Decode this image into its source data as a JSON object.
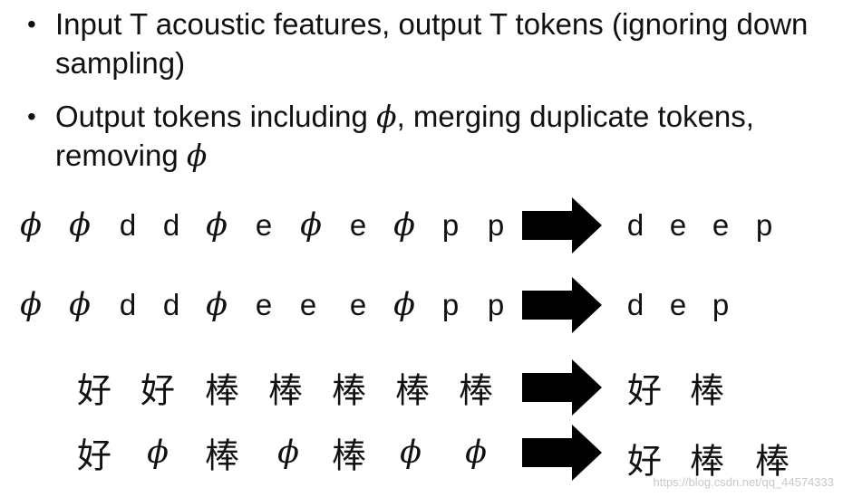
{
  "bullets": [
    {
      "text": "Input T acoustic features, output T tokens (ignoring down sampling)"
    },
    {
      "text_before": "Output tokens including ",
      "phi": "ϕ",
      "text_middle": ", merging duplicate tokens,  removing ",
      "phi2": "ϕ"
    }
  ],
  "rows": [
    {
      "input": [
        "ϕ",
        "ϕ",
        "d",
        "d",
        "ϕ",
        "e",
        "ϕ",
        "e",
        "ϕ",
        "p",
        "p"
      ],
      "output": [
        "d",
        "e",
        "e",
        "p"
      ]
    },
    {
      "input": [
        "ϕ",
        "ϕ",
        "d",
        "d",
        "ϕ",
        "e",
        "e",
        "e",
        "ϕ",
        "p",
        "p"
      ],
      "output": [
        "d",
        "e",
        "p"
      ]
    },
    {
      "input": [
        "好",
        "好",
        "棒",
        "棒",
        "棒",
        "棒",
        "棒"
      ],
      "output": [
        "好",
        "棒"
      ]
    },
    {
      "input": [
        "好",
        "ϕ",
        "棒",
        "ϕ",
        "棒",
        "ϕ",
        "ϕ"
      ],
      "output": [
        "好",
        "棒",
        "棒"
      ]
    }
  ],
  "watermark": "https://blog.csdn.net/qq_44574333",
  "colors": {
    "text": "#111111",
    "arrow": "#000000",
    "watermark": "#c8c8c8"
  },
  "icons": {
    "arrow": "right-arrow-icon"
  }
}
